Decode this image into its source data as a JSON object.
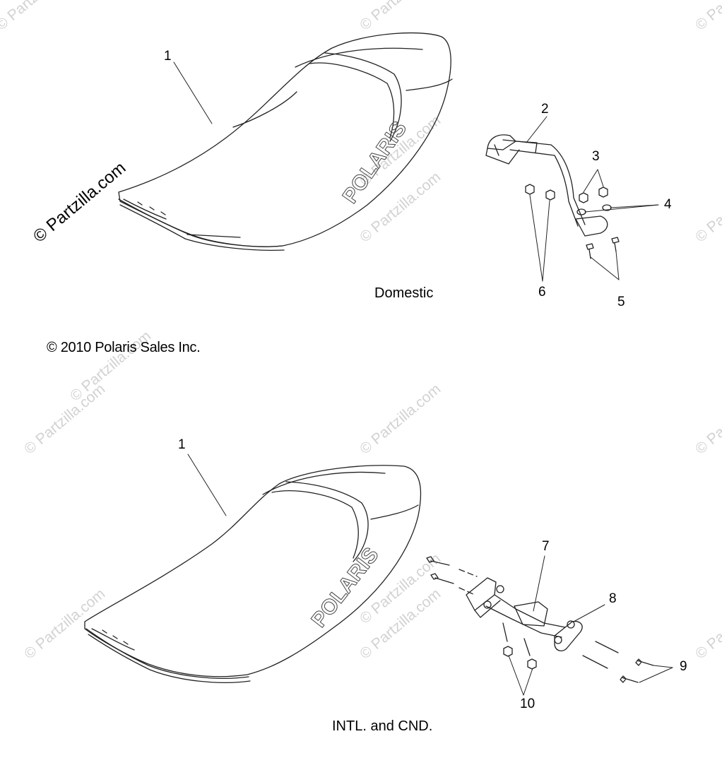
{
  "diagram": {
    "copyright": "© 2010 Polaris Sales Inc.",
    "top_section": {
      "caption": "Domestic",
      "callouts": [
        "1",
        "2",
        "3",
        "4",
        "5",
        "6"
      ]
    },
    "bottom_section": {
      "caption": "INTL. and CND.",
      "callouts": [
        "1",
        "7",
        "8",
        "9",
        "10"
      ]
    },
    "seat_brand_text": "POLARIS",
    "watermark_main": "© Partzilla.com",
    "watermark_faint": "© Partzilla.com"
  },
  "colors": {
    "line": "#222222",
    "watermark": "#d2d2d2",
    "background": "#ffffff"
  }
}
